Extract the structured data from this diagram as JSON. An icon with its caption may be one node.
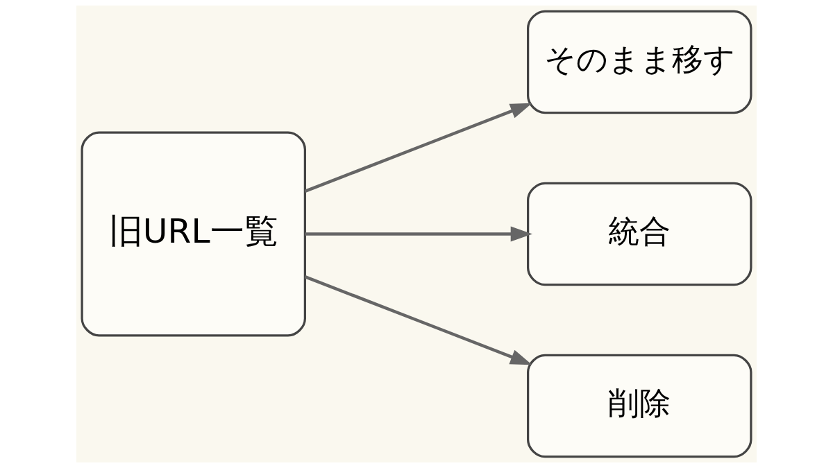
{
  "diagram": {
    "nodes": [
      {
        "text": [
          "旧URL一覧"
        ]
      },
      {
        "text": [
          "そのまま移す"
        ]
      },
      {
        "text": [
          "統合"
        ]
      },
      {
        "text": [
          "削除"
        ]
      }
    ],
    "edges": [
      {
        "from": 0,
        "to": 1,
        "arrow": "to"
      },
      {
        "from": 0,
        "to": 2,
        "arrow": "to"
      },
      {
        "from": 0,
        "to": 3,
        "arrow": "to"
      }
    ]
  }
}
